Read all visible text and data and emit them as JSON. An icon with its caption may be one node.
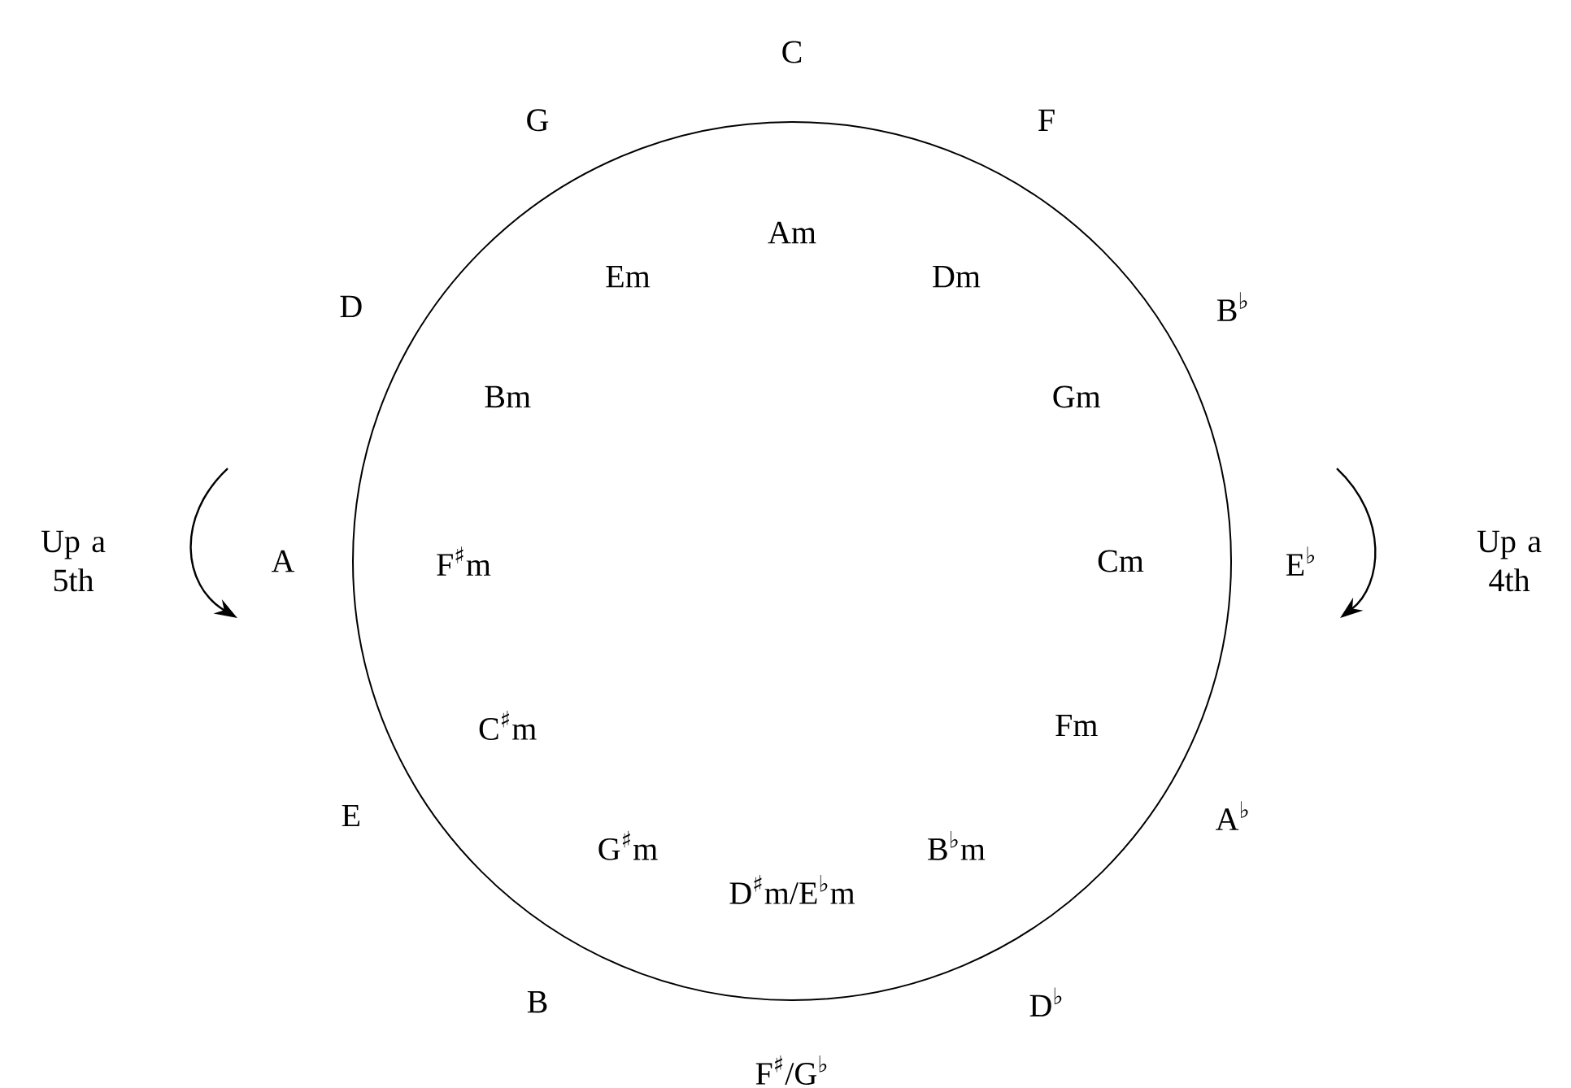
{
  "diagram": {
    "nodes": [
      {
        "text": [],
        "shape": "circle"
      }
    ],
    "edges": [],
    "labels": [
      "C",
      "F",
      "B$^{♭}$",
      "E$^{♭}$",
      "A$^{♭}$",
      "D$^{♭}$",
      "F$^{♯}$/G$^{♭}$",
      "B",
      "E",
      "A",
      "D",
      "G",
      "Am",
      "Dm",
      "Gm",
      "Cm",
      "Fm",
      "B$^{♭}$m",
      "D$^{♯}$m/E$^{♭}$m",
      "G$^{♯}$m",
      "C$^{♯}$m",
      "F$^{♯}$m",
      "Bm",
      "Em",
      "Up a 5th",
      "Up a 4th"
    ]
  }
}
